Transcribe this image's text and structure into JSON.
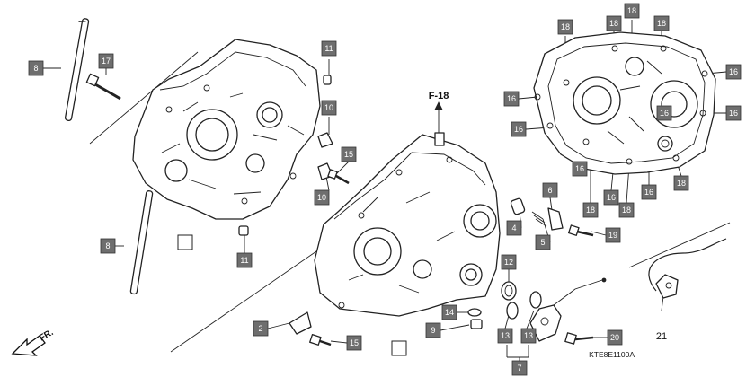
{
  "figure_ref": "F-18",
  "direction_label": "FR.",
  "diagram_code": "KTE8E1100A",
  "callouts": [
    {
      "id": "c8a",
      "label": "8"
    },
    {
      "id": "c17",
      "label": "17"
    },
    {
      "id": "c11a",
      "label": "11"
    },
    {
      "id": "c10a",
      "label": "10"
    },
    {
      "id": "c15a",
      "label": "15"
    },
    {
      "id": "c10b",
      "label": "10"
    },
    {
      "id": "c8b",
      "label": "8"
    },
    {
      "id": "c11b",
      "label": "11"
    },
    {
      "id": "c2",
      "label": "2"
    },
    {
      "id": "c15b",
      "label": "15"
    },
    {
      "id": "c14",
      "label": "14"
    },
    {
      "id": "c9",
      "label": "9"
    },
    {
      "id": "c12",
      "label": "12"
    },
    {
      "id": "c4",
      "label": "4"
    },
    {
      "id": "c6",
      "label": "6"
    },
    {
      "id": "c5",
      "label": "5"
    },
    {
      "id": "c19",
      "label": "19"
    },
    {
      "id": "c13a",
      "label": "13"
    },
    {
      "id": "c13b",
      "label": "13"
    },
    {
      "id": "c7",
      "label": "7"
    },
    {
      "id": "c20",
      "label": "20"
    },
    {
      "id": "c18a",
      "label": "18"
    },
    {
      "id": "c18b",
      "label": "18"
    },
    {
      "id": "c18c",
      "label": "18"
    },
    {
      "id": "c18d",
      "label": "18"
    },
    {
      "id": "c16a",
      "label": "16"
    },
    {
      "id": "c16b",
      "label": "16"
    },
    {
      "id": "c16c",
      "label": "16"
    },
    {
      "id": "c16d",
      "label": "16"
    },
    {
      "id": "c16e",
      "label": "16"
    },
    {
      "id": "c16f",
      "label": "16"
    },
    {
      "id": "c16g",
      "label": "16"
    },
    {
      "id": "c18e",
      "label": "18"
    },
    {
      "id": "c18f",
      "label": "18"
    },
    {
      "id": "c18g",
      "label": "18"
    },
    {
      "id": "c16h",
      "label": "16"
    }
  ],
  "plain_labels": [
    {
      "id": "p21",
      "label": "21"
    }
  ]
}
